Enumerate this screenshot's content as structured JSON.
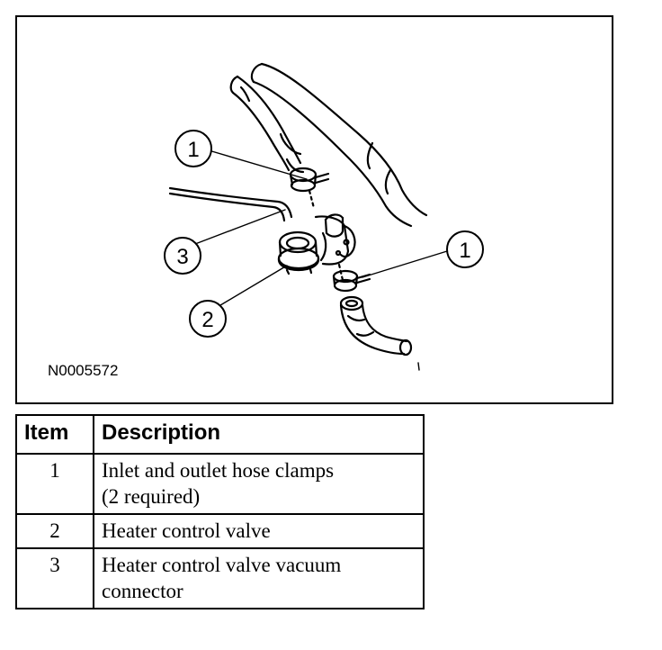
{
  "figure": {
    "figure_id": "N0005572",
    "callouts": [
      "1",
      "3",
      "2",
      "1"
    ]
  },
  "legend": {
    "headers": {
      "item": "Item",
      "description": "Description"
    },
    "rows": [
      {
        "item": "1",
        "description_lines": [
          "Inlet and outlet hose clamps",
          "(2 required)"
        ]
      },
      {
        "item": "2",
        "description_lines": [
          "Heater control valve"
        ]
      },
      {
        "item": "3",
        "description_lines": [
          "Heater control valve vacuum",
          "connector"
        ]
      }
    ]
  }
}
